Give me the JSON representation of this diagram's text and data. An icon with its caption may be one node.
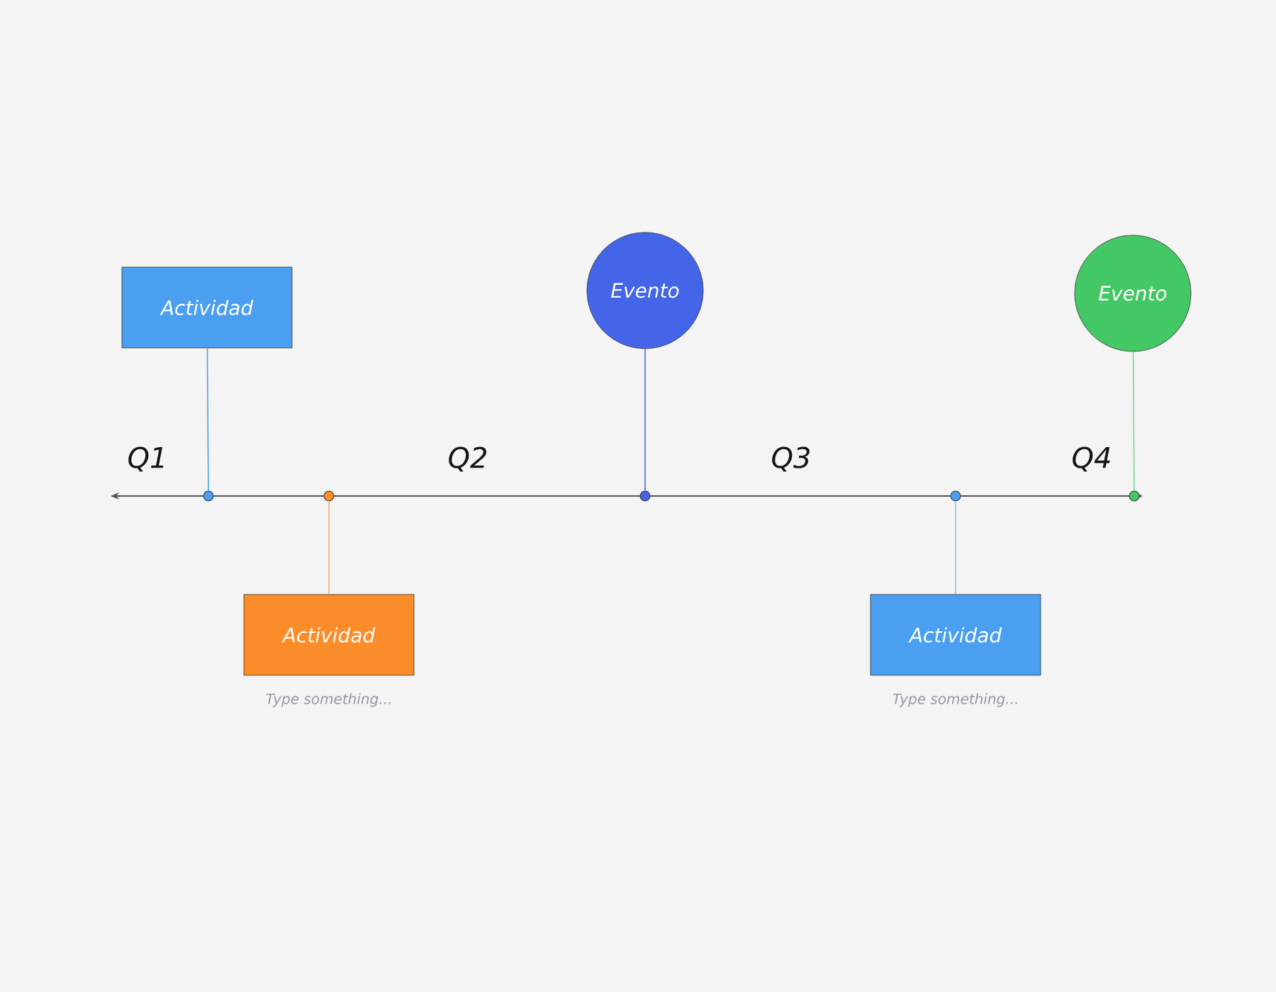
{
  "diagram": {
    "nodes": [
      {
        "text": [
          "Actividad"
        ]
      },
      {
        "text": [
          "Evento"
        ]
      },
      {
        "text": [
          "Evento"
        ]
      },
      {
        "text": [],
        "shape": "circle"
      },
      {
        "text": [],
        "shape": "circle"
      },
      {
        "text": [],
        "shape": "circle"
      },
      {
        "text": [],
        "shape": "circle"
      },
      {
        "text": [],
        "shape": "circle"
      },
      {
        "text": [
          "Actividad"
        ],
        "beside": [
          "Type something..."
        ]
      },
      {
        "text": [
          "Actividad"
        ],
        "beside": [
          "Type something..."
        ]
      }
    ],
    "edges": [
      {
        "from": 0,
        "to": 3,
        "arrow": "none",
        "color": "#4a9ff0"
      },
      {
        "from": 1,
        "to": 5,
        "arrow": "none",
        "color": "#4465e8"
      },
      {
        "from": 2,
        "to": 7,
        "arrow": "none",
        "color": "#7fd494"
      },
      {
        "from": 8,
        "to": 4,
        "arrow": "none",
        "color": "#f2b07a"
      },
      {
        "from": 9,
        "to": 6,
        "arrow": "none",
        "color": "#8ec4f0"
      }
    ],
    "labels": [
      "Q1",
      "Q2",
      "Q3",
      "Q4"
    ]
  }
}
